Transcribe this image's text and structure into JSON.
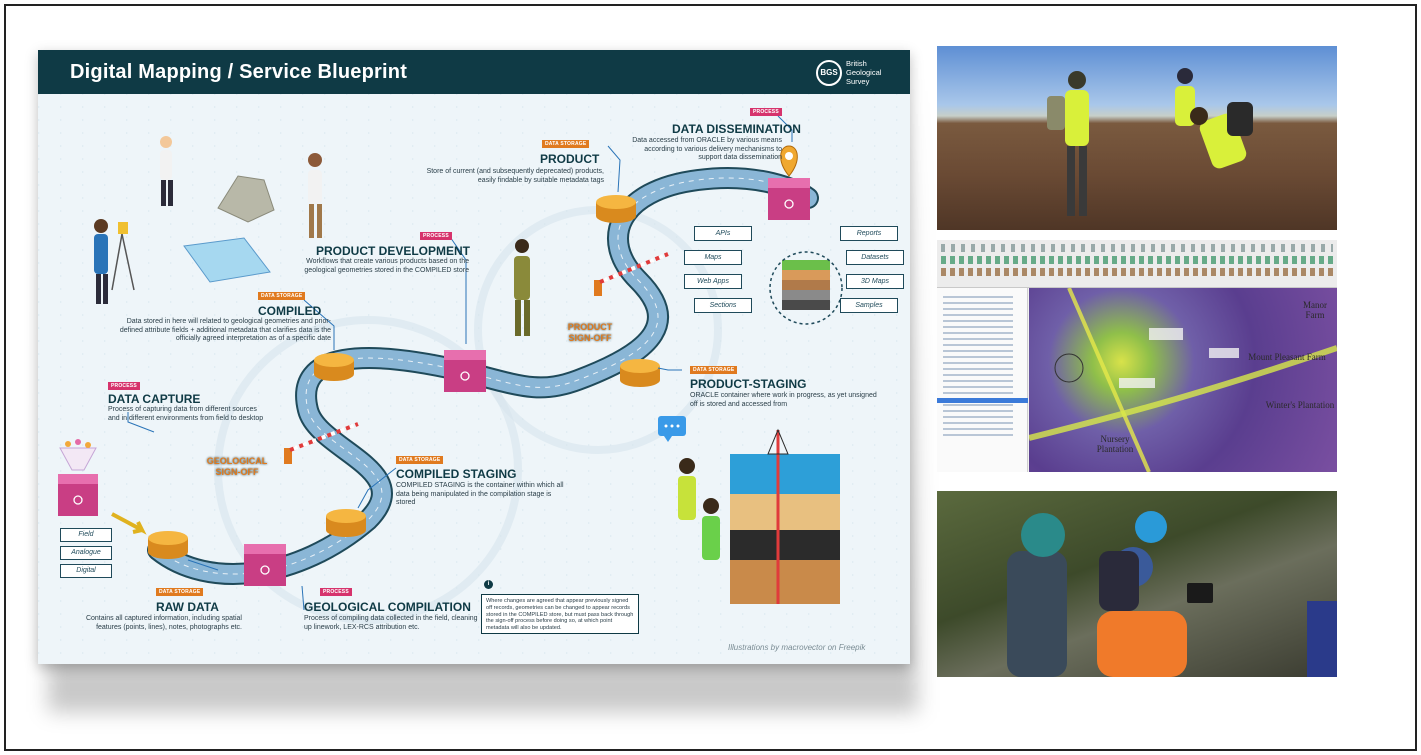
{
  "poster": {
    "title": "Digital Mapping / Service Blueprint",
    "logo": {
      "badge": "BGS",
      "text": "British Geological Survey"
    },
    "credit": "Illustrations by macrovector on Freepik",
    "info_icon": "i",
    "note": "Where changes are agreed that appear previously signed off records, geometries can be changed to appear records stored in the COMPILED store, but must pass back through the sign-off process before doing so, at which point metadata will also be updated."
  },
  "nodes": {
    "data_capture": {
      "tag": "PROCESS",
      "title": "DATA CAPTURE",
      "desc": "Process of capturing data from different sources and in different environments from field to desktop"
    },
    "raw_data": {
      "tag": "DATA STORAGE",
      "title": "RAW DATA",
      "desc": "Contains all captured information, including spatial features (points, lines), notes, photographs etc."
    },
    "geological_compilation": {
      "tag": "PROCESS",
      "title": "GEOLOGICAL COMPILATION",
      "desc": "Process of compiling data collected in the field, cleaning up linework, LEX-RCS attribution etc."
    },
    "compiled_staging": {
      "tag": "DATA STORAGE",
      "title": "COMPILED STAGING",
      "desc": "COMPILED STAGING is the container within which all data being manipulated in the compilation stage is stored"
    },
    "compiled": {
      "tag": "DATA STORAGE",
      "title": "COMPILED",
      "desc": "Data stored in here will related to geological geometries and prior-defined attribute fields + additional metadata that clarifies data is the officially agreed interpretation as of a specific date"
    },
    "product_development": {
      "tag": "PROCESS",
      "title": "PRODUCT DEVELOPMENT",
      "desc": "Workflows that create various products based on the geological geometries stored in the COMPILED store"
    },
    "product": {
      "tag": "DATA STORAGE",
      "title": "PRODUCT",
      "desc": "Store of current (and subsequently deprecated) products, easily findable by suitable metadata tags"
    },
    "data_dissemination": {
      "tag": "PROCESS",
      "title": "DATA DISSEMINATION",
      "desc": "Data accessed from ORACLE by various means according to various delivery mechanisms to support data dissemination"
    },
    "product_staging": {
      "tag": "DATA STORAGE",
      "title": "PRODUCT-STAGING",
      "desc": "ORACLE container where work in progress, as yet unsigned off is stored and accessed from"
    }
  },
  "signoffs": {
    "geological": "GEOLOGICAL SIGN-OFF",
    "product": "PRODUCT SIGN-OFF"
  },
  "sources": [
    "Field",
    "Analogue",
    "Digital"
  ],
  "outputs_left": [
    "APIs",
    "Maps",
    "Web Apps",
    "Sections"
  ],
  "outputs_right": [
    "Reports",
    "Datasets",
    "3D Maps",
    "Samples"
  ],
  "photos": {
    "gis_map_labels": [
      "Manor Farm",
      "Mount Pleasant Farm",
      "Winter's Plantation",
      "Nursery Plantation"
    ]
  },
  "colors": {
    "header": "#0f3a45",
    "process_tag": "#d6336c",
    "data_tag": "#e07a1f",
    "road": "#8ab6d6",
    "cylinder": "#f0a830",
    "process_box": "#e0559a"
  }
}
